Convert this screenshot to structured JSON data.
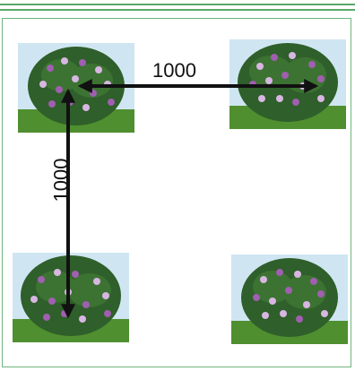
{
  "diagram": {
    "nodes": [
      {
        "id": "top-left",
        "kind": "flowering-shrub"
      },
      {
        "id": "top-right",
        "kind": "flowering-shrub"
      },
      {
        "id": "bottom-left",
        "kind": "flowering-shrub"
      },
      {
        "id": "bottom-right",
        "kind": "flowering-shrub"
      }
    ],
    "dimensions": [
      {
        "id": "horizontal",
        "from": "top-left",
        "to": "top-right",
        "label": "1000"
      },
      {
        "id": "vertical",
        "from": "top-left",
        "to": "bottom-left",
        "label": "1000"
      }
    ]
  },
  "colors": {
    "frame": "#5aa86a",
    "arrow": "#111111",
    "sky": "#cfe6f2",
    "grass": "#4f8f2f",
    "leaf": "#2f5f2a",
    "flower": "#a05fb0",
    "flower_light": "#d8b6e2"
  }
}
